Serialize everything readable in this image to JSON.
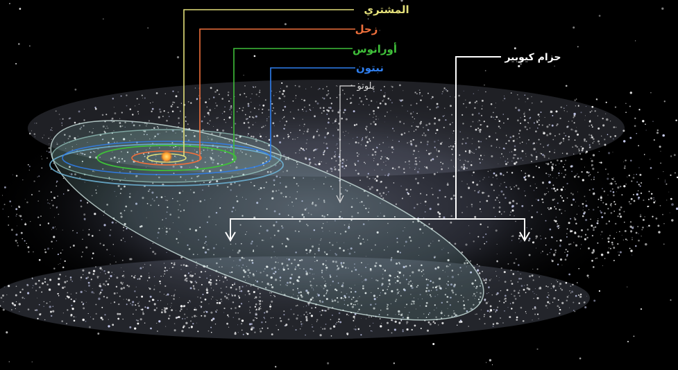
{
  "labels": {
    "jupiter": "المشتري",
    "saturn": "زحل",
    "uranus": "أورانوس",
    "neptune": "نبتون",
    "pluto": "بلوتو",
    "kuiper": "حزام كيوبير"
  },
  "colors": {
    "background": "#000000",
    "jupiter": "#e4e07a",
    "saturn": "#f0703c",
    "uranus": "#3fbf3a",
    "neptune": "#2f7ff0",
    "pluto": "#dddddd",
    "kuiper": "#ffffff",
    "sun": "#ff9a2a",
    "orbit_plane": "#8fc4c0"
  }
}
